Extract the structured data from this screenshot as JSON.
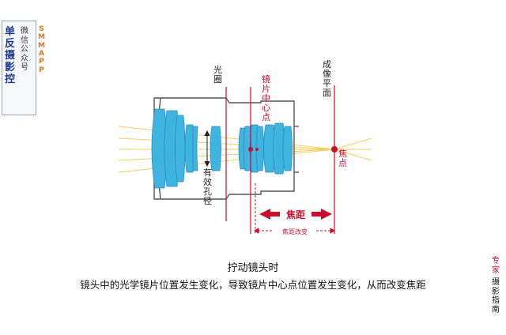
{
  "brand": {
    "name": "单反摄影控",
    "subtitle": "微信公众号",
    "latin": "SMMAPP",
    "colors": {
      "name": "#1b3a8c",
      "latin": "#e8731c",
      "subtitle": "#333333"
    }
  },
  "diagram": {
    "labels": {
      "aperture": "光圈",
      "effective_aperture": "有效孔径",
      "lens_center_point": "镜片中心点",
      "image_plane": "成像平面",
      "focal_point": "焦点",
      "focal_length": "焦距",
      "focal_length_change": "焦距改变"
    },
    "colors": {
      "lens_body_outline": "#555555",
      "lens_elements": "#3fb4e0",
      "light_rays": "#f2cf63",
      "markers": "#c8102e"
    }
  },
  "caption": {
    "title": "拧动镜头时",
    "body": "镜头中的光学镜片位置发生变化，导致镜片中心点位置发生变化，从而改变焦距"
  },
  "corner": {
    "top": "专家",
    "bottom": "摄影指南",
    "colors": {
      "top": "#c8102e",
      "bottom": "#111111"
    }
  }
}
